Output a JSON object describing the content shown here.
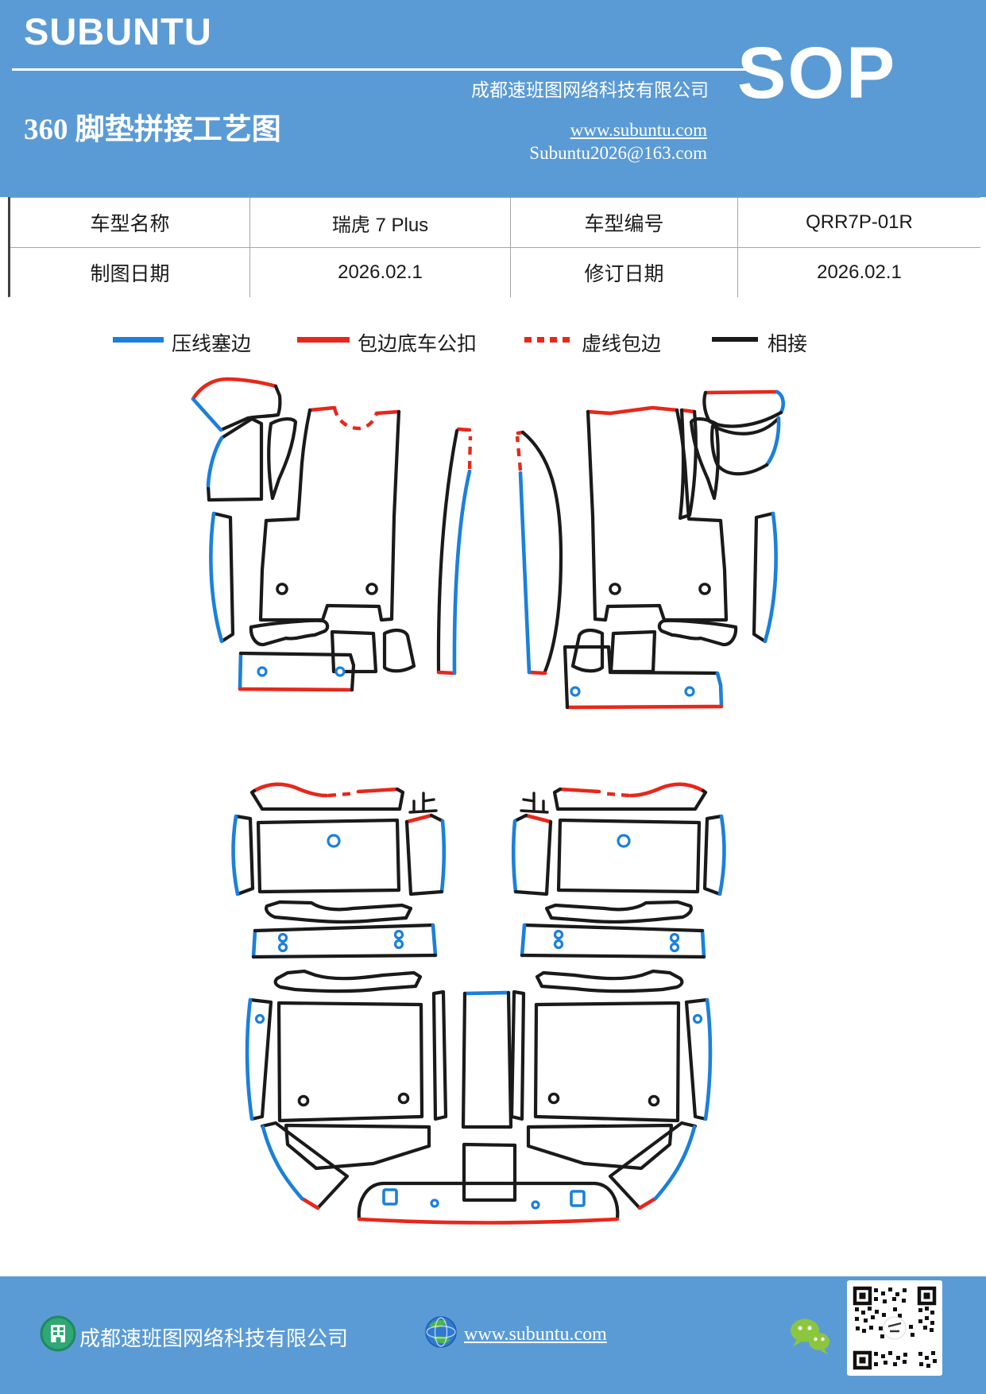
{
  "header": {
    "brand": "SUBUNTU",
    "title": "360 脚垫拼接工艺图",
    "company": "成都速班图网络科技有限公司",
    "sop_label": "SOP",
    "website": "www.subuntu.com",
    "email": "Subuntu2026@163.com",
    "bg_color": "#5B9BD5"
  },
  "info_table": {
    "cells": [
      [
        "车型名称",
        "瑞虎 7 Plus",
        "车型编号",
        "QRR7P-01R"
      ],
      [
        "制图日期",
        "2026.02.1",
        "修订日期",
        "2026.02.1"
      ]
    ]
  },
  "legend": {
    "items": [
      {
        "label": "压线塞边",
        "style": "solid",
        "color": "#1B80DA"
      },
      {
        "label": "包边底车公扣",
        "style": "solid",
        "color": "#E7271B"
      },
      {
        "label": "虚线包边",
        "style": "dashed",
        "color": "#E7271B"
      },
      {
        "label": "相接",
        "style": "solid",
        "color": "#1A1A1A"
      }
    ]
  },
  "diagram": {
    "sections": [
      "front-mats",
      "rear-mats"
    ],
    "stop_mark": "止",
    "line_colors": {
      "blue": "#1B80DA",
      "red": "#E7271B",
      "black": "#1A1A1A"
    }
  },
  "footer": {
    "company": "成都速班图网络科技有限公司",
    "website": "www.subuntu.com",
    "bg_color": "#5B9BD5"
  }
}
